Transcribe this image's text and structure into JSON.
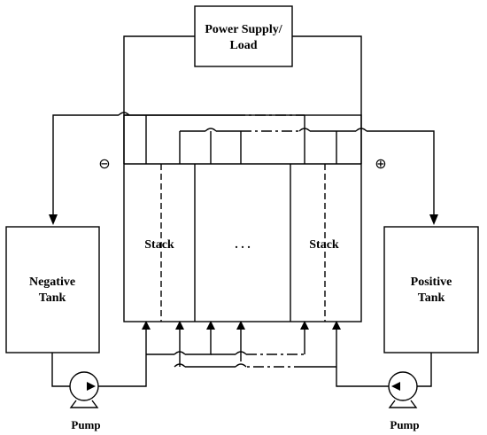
{
  "power_supply": {
    "line1": "Power Supply/",
    "line2": "Load"
  },
  "negative_tank": {
    "line1": "Negative",
    "line2": "Tank"
  },
  "positive_tank": {
    "line1": "Positive",
    "line2": "Tank"
  },
  "stack_left": "Stack",
  "stack_right": "Stack",
  "stack_middle": ". . .",
  "negative_terminal": "⊖",
  "positive_terminal": "⊕",
  "pump_left": "Pump",
  "pump_right": "Pump"
}
